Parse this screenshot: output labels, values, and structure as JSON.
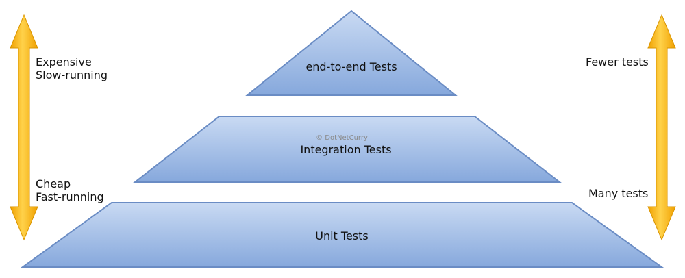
{
  "tiers": [
    {
      "id": "e2e",
      "label": "end-to-end Tests"
    },
    {
      "id": "integration",
      "label": "Integration Tests"
    },
    {
      "id": "unit",
      "label": "Unit Tests"
    }
  ],
  "left_axis": {
    "top_lines": [
      "Expensive",
      "Slow-running"
    ],
    "bottom_lines": [
      "Cheap",
      "Fast-running"
    ]
  },
  "right_axis": {
    "top_label": "Fewer tests",
    "bottom_label": "Many tests"
  },
  "watermark": "© DotNetCurry",
  "colors": {
    "tier_fill_top": "#c9daf3",
    "tier_fill_bottom": "#86a8dc",
    "tier_stroke": "#6a8cc4",
    "arrow_fill_light": "#ffd24a",
    "arrow_fill_dark": "#f0a000",
    "arrow_stroke": "#d99400"
  }
}
